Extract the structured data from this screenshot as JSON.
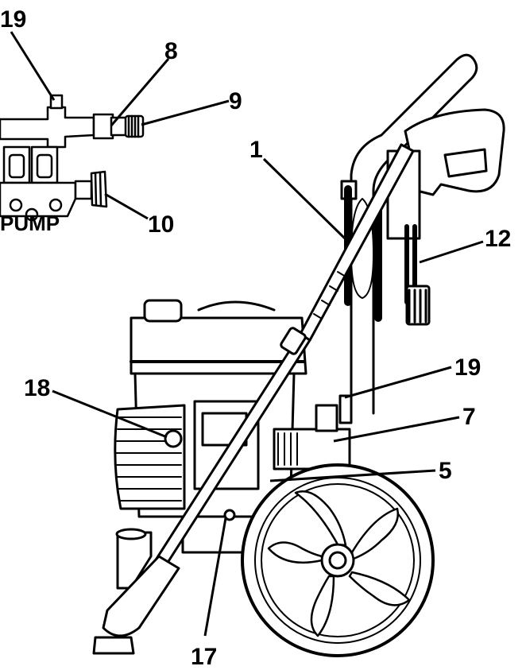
{
  "diagram": {
    "inset_title": "PUMP",
    "callouts": {
      "c19_inset": "19",
      "c8": "8",
      "c9": "9",
      "c10": "10",
      "c1": "1",
      "c12": "12",
      "c18": "18",
      "c19_main": "19",
      "c7": "7",
      "c5": "5",
      "c17": "17"
    }
  },
  "colors": {
    "ink": "#000000",
    "background": "#ffffff",
    "shade": "#d9d9d9"
  }
}
